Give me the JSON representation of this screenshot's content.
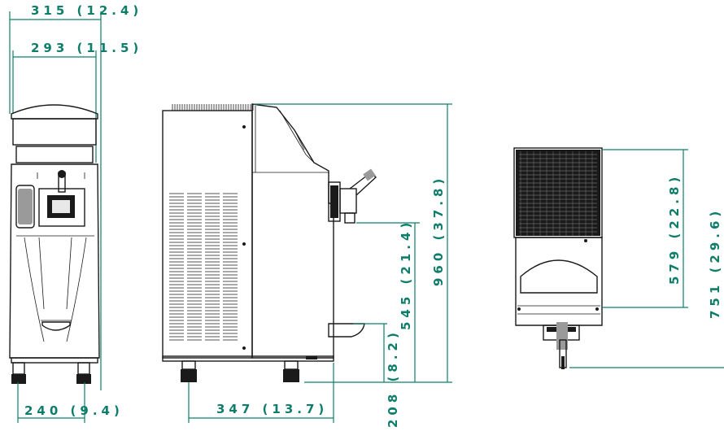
{
  "colors": {
    "dimension": "#0e7d6a",
    "outline": "#1a1a1a"
  },
  "dimensions": {
    "front_overall_width": "315 (12.4)",
    "front_body_width": "293 (11.5)",
    "front_foot_spacing": "240 (9.4)",
    "side_depth": "347 (13.7)",
    "side_total_height": "960 (37.8)",
    "side_spout_height": "545 (21.4)",
    "side_tray_height": "208 (8.2)",
    "top_depth_partial": "579 (22.8)",
    "top_depth_total": "751 (29.6)"
  }
}
